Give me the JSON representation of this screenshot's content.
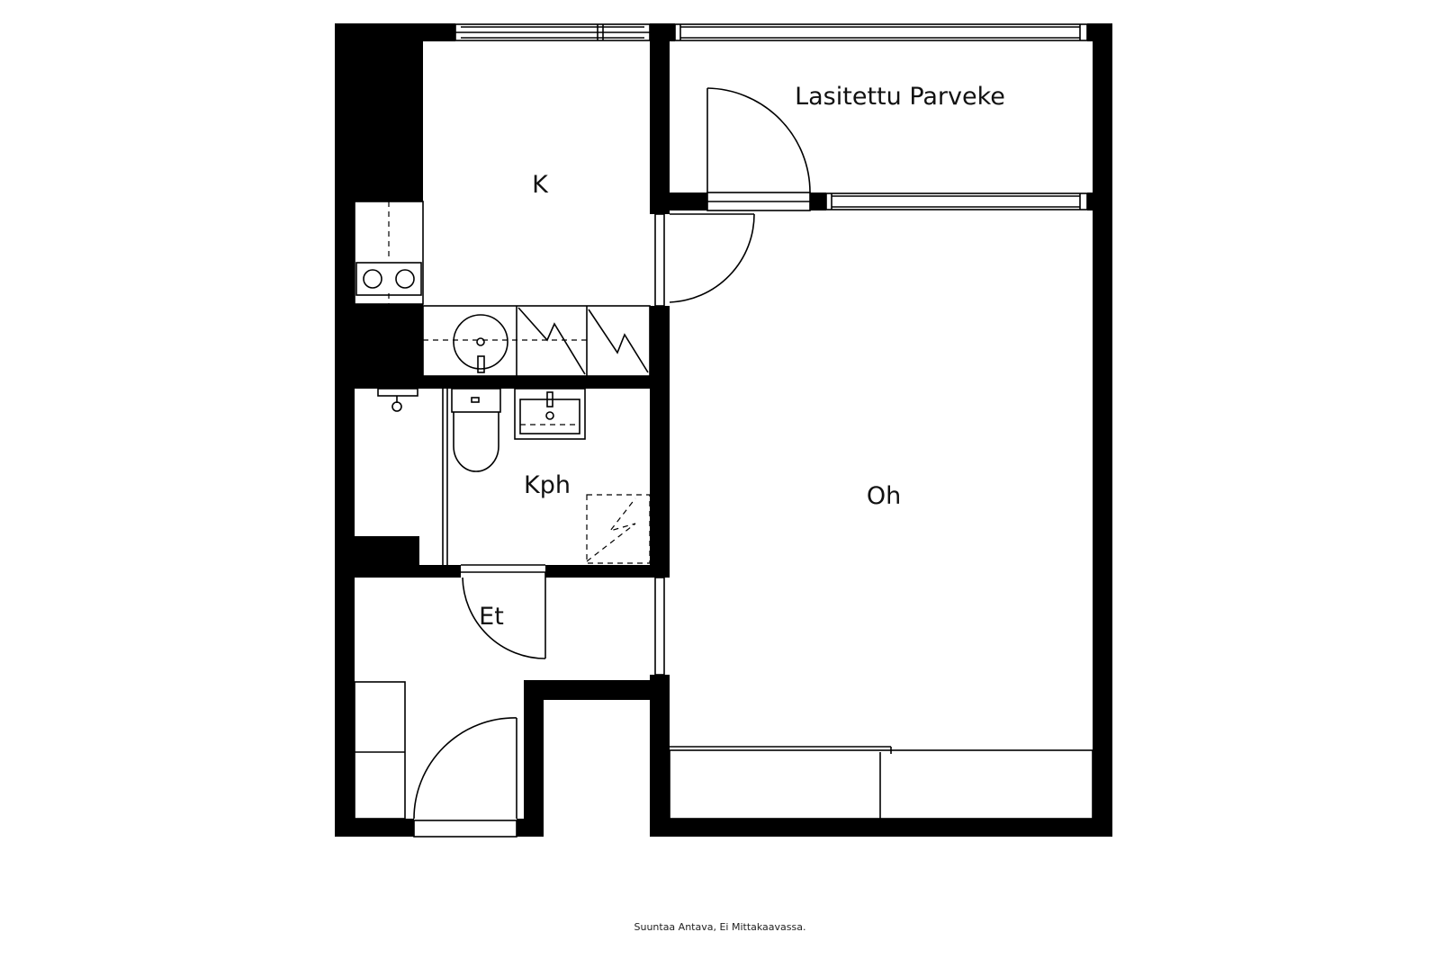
{
  "rooms": {
    "kitchen": "K",
    "balcony": "Lasitettu Parveke",
    "living_room": "Oh",
    "bathroom": "Kph",
    "hall": "Et"
  },
  "caption": "Suuntaa Antava, Ei Mittakaavassa."
}
